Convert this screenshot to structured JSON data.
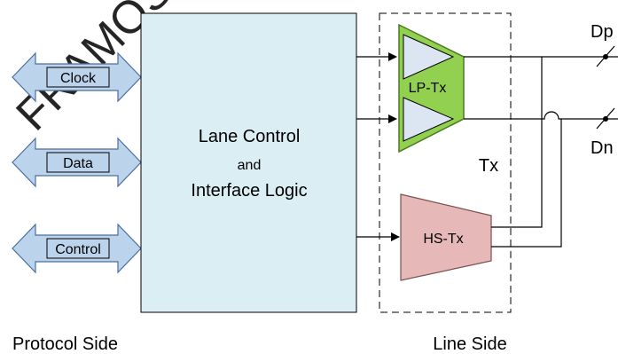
{
  "watermark": "FRAMOS",
  "signals": {
    "clock": "Clock",
    "data": "Data",
    "control": "Control"
  },
  "lane_control_block": {
    "line1": "Lane Control",
    "line2": "and",
    "line3": "Interface Logic"
  },
  "lp_tx": "LP-Tx",
  "hs_tx": "HS-Tx",
  "tx_label": "Tx",
  "outputs": {
    "dp": "Dp",
    "dn": "Dn"
  },
  "captions": {
    "protocol_side": "Protocol Side",
    "line_side": "Line Side"
  },
  "colors": {
    "arrow_fill": "#bcd3ec",
    "arrow_stroke": "#4a6fa0",
    "block_fill": "#daeef3",
    "lp_fill": "#92d050",
    "lp_inner_fill": "#dce6f2",
    "hs_fill": "#e6b9b8",
    "watermark": "#ff0000"
  }
}
